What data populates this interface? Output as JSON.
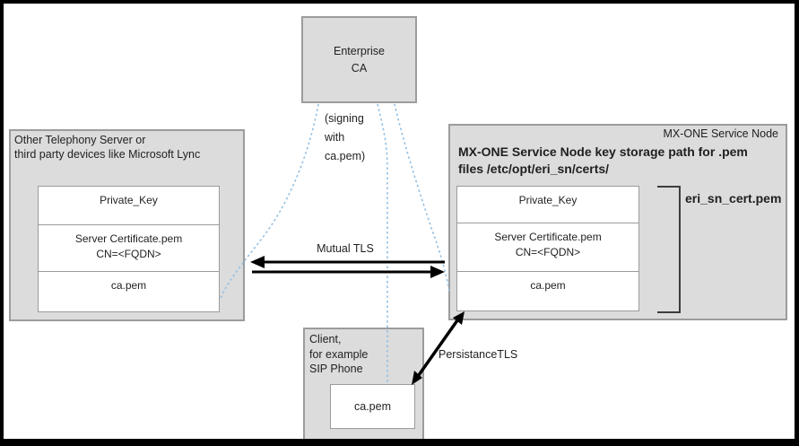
{
  "colors": {
    "box_fill": "#dcdcdc",
    "box_border": "#9c9c9c",
    "inner_fill": "#ffffff",
    "inner_border": "#9b9b9b",
    "signing_line_blue": "#92bfe4",
    "arrow_black": "#000000",
    "outer_frame": "#000000"
  },
  "enterprise_ca": {
    "label": "Enterprise\nCA"
  },
  "signing_note": "(signing\nwith\nca.pem)",
  "left_box": {
    "title": "Other Telephony Server or\nthird party devices like Microsoft Lync",
    "sections": [
      "Private_Key",
      "Server Certificate.pem\nCN=<FQDN>",
      "ca.pem"
    ]
  },
  "right_box": {
    "corner_label": "MX-ONE Service Node",
    "storage_note": "MX-ONE Service Node key storage path for .pem\nfiles /etc/opt/eri_sn/certs/",
    "sections": [
      "Private_Key",
      "Server Certificate.pem\nCN=<FQDN>",
      "ca.pem"
    ],
    "bracket_label": "eri_sn_cert.pem"
  },
  "client_box": {
    "title": "Client,\nfor example\nSIP Phone",
    "inner_label": "ca.pem"
  },
  "connections": {
    "mutual_tls_label": "Mutual TLS",
    "persistance_tls_label": "PersistanceTLS"
  }
}
